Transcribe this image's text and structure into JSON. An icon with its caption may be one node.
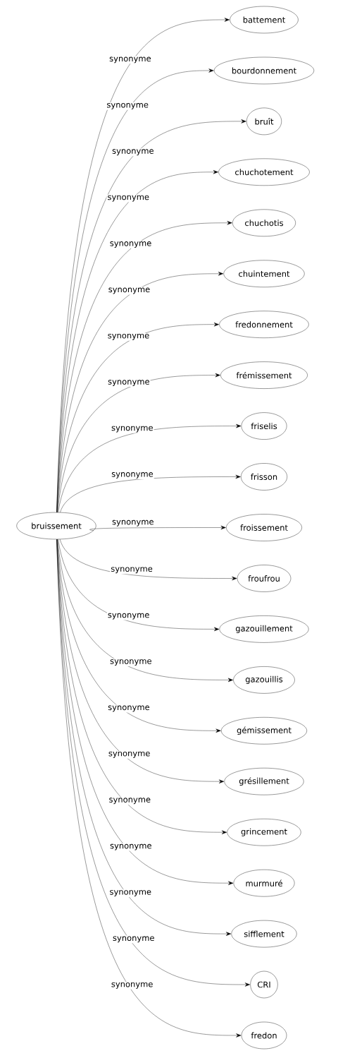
{
  "diagram": {
    "nodes": [
      {
        "text": [
          "bruissement"
        ]
      },
      {
        "text": [
          "battement"
        ]
      },
      {
        "text": [
          "bourdonnement"
        ]
      },
      {
        "text": [
          "bruît"
        ]
      },
      {
        "text": [
          "chuchotement"
        ]
      },
      {
        "text": [
          "chuchotis"
        ]
      },
      {
        "text": [
          "chuintement"
        ]
      },
      {
        "text": [
          "fredonnement"
        ]
      },
      {
        "text": [
          "frémissement"
        ]
      },
      {
        "text": [
          "friselis"
        ]
      },
      {
        "text": [
          "frisson"
        ]
      },
      {
        "text": [
          "froissement"
        ]
      },
      {
        "text": [
          "froufrou"
        ]
      },
      {
        "text": [
          "gazouillement"
        ]
      },
      {
        "text": [
          "gazouillis"
        ]
      },
      {
        "text": [
          "gémissement"
        ]
      },
      {
        "text": [
          "grésillement"
        ]
      },
      {
        "text": [
          "grincement"
        ]
      },
      {
        "text": [
          "murmuré"
        ]
      },
      {
        "text": [
          "sifflement"
        ]
      },
      {
        "text": [
          "CRI"
        ]
      },
      {
        "text": [
          "fredon"
        ]
      }
    ],
    "edges": [
      {
        "from": 0,
        "to": 1,
        "arrow": "to",
        "label": "synonyme"
      },
      {
        "from": 0,
        "to": 2,
        "arrow": "to",
        "label": "synonyme"
      },
      {
        "from": 0,
        "to": 3,
        "arrow": "to",
        "label": "synonyme"
      },
      {
        "from": 0,
        "to": 4,
        "arrow": "to",
        "label": "synonyme"
      },
      {
        "from": 0,
        "to": 5,
        "arrow": "to",
        "label": "synonyme"
      },
      {
        "from": 0,
        "to": 6,
        "arrow": "to",
        "label": "synonyme"
      },
      {
        "from": 0,
        "to": 7,
        "arrow": "to",
        "label": "synonyme"
      },
      {
        "from": 0,
        "to": 8,
        "arrow": "to",
        "label": "synonyme"
      },
      {
        "from": 0,
        "to": 9,
        "arrow": "to",
        "label": "synonyme"
      },
      {
        "from": 0,
        "to": 10,
        "arrow": "to",
        "label": "synonyme"
      },
      {
        "from": 0,
        "to": 11,
        "arrow": "to",
        "label": "synonyme"
      },
      {
        "from": 0,
        "to": 12,
        "arrow": "to",
        "label": "synonyme"
      },
      {
        "from": 0,
        "to": 13,
        "arrow": "to",
        "label": "synonyme"
      },
      {
        "from": 0,
        "to": 14,
        "arrow": "to",
        "label": "synonyme"
      },
      {
        "from": 0,
        "to": 15,
        "arrow": "to",
        "label": "synonyme"
      },
      {
        "from": 0,
        "to": 16,
        "arrow": "to",
        "label": "synonyme"
      },
      {
        "from": 0,
        "to": 17,
        "arrow": "to",
        "label": "synonyme"
      },
      {
        "from": 0,
        "to": 18,
        "arrow": "to",
        "label": "synonyme"
      },
      {
        "from": 0,
        "to": 19,
        "arrow": "to",
        "label": "synonyme"
      },
      {
        "from": 0,
        "to": 20,
        "arrow": "to",
        "label": "synonyme"
      },
      {
        "from": 0,
        "to": 21,
        "arrow": "to",
        "label": "synonyme"
      }
    ]
  }
}
